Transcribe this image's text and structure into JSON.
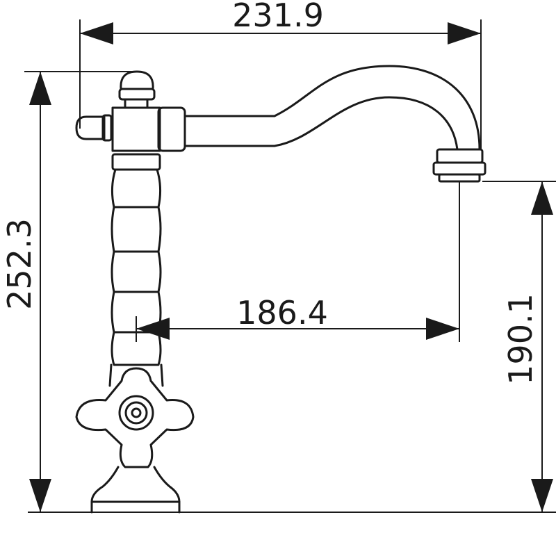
{
  "dimensions": {
    "overall_width": "231.9",
    "overall_height": "252.3",
    "spout_reach": "186.4",
    "spout_height": "190.1"
  },
  "colors": {
    "line": "#1a1a1a",
    "background": "#ffffff"
  }
}
